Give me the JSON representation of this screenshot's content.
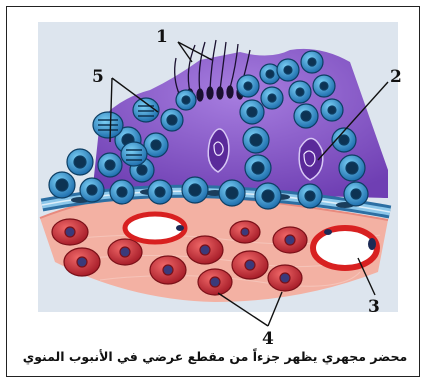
{
  "caption": "محضر مجهري يظهر جزءاً من مقطع عرضي في الأنبوب المنوي",
  "labels": {
    "l1": "1",
    "l2": "2",
    "l3": "3",
    "l4": "4",
    "l5": "5"
  },
  "colors": {
    "background_panel": "#dce4ee",
    "lumen_purple": "#8a5cc9",
    "basal_cell_blue": "#2f8fc9",
    "basement_membrane": "#6ab0dd",
    "connective_tissue_pink": "#f4a79a",
    "interstitial_red": "#d8323a",
    "blood_vessel_red": "#e02828",
    "leader_line": "#111111"
  },
  "icons": [
    "spermatozoa-icon",
    "sertoli-cell-nucleus-icon",
    "blood-vessel-icon",
    "interstitial-cell-icon",
    "spermatocyte-icon"
  ]
}
